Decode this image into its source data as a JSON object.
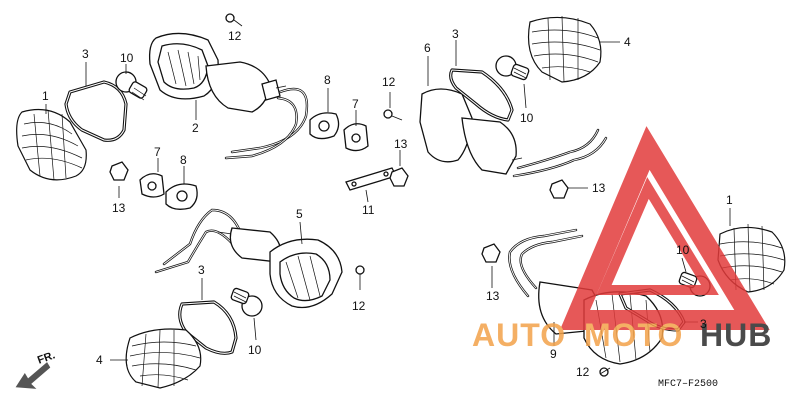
{
  "diagram": {
    "callouts": {
      "c1a": "1",
      "c1b": "1",
      "c2": "2",
      "c3a": "3",
      "c3b": "3",
      "c3c": "3",
      "c3d": "3",
      "c4a": "4",
      "c4b": "4",
      "c5": "5",
      "c6": "6",
      "c7a": "7",
      "c7b": "7",
      "c8a": "8",
      "c8b": "8",
      "c9": "9",
      "c10a": "10",
      "c10b": "10",
      "c10c": "10",
      "c10d": "10",
      "c11": "11",
      "c12a": "12",
      "c12b": "12",
      "c12c": "12",
      "c12d": "12",
      "c13a": "13",
      "c13b": "13",
      "c13c": "13",
      "c13d": "13"
    },
    "front_label": "FR.",
    "diagram_code": "MFC7–F2500"
  },
  "watermark": {
    "text_a": "AUTO",
    "text_b": "MOTO",
    "text_c": "HUB",
    "color_main": "#f3a24a",
    "color_red": "#e23b3b",
    "color_dark": "#2b2b2b"
  }
}
